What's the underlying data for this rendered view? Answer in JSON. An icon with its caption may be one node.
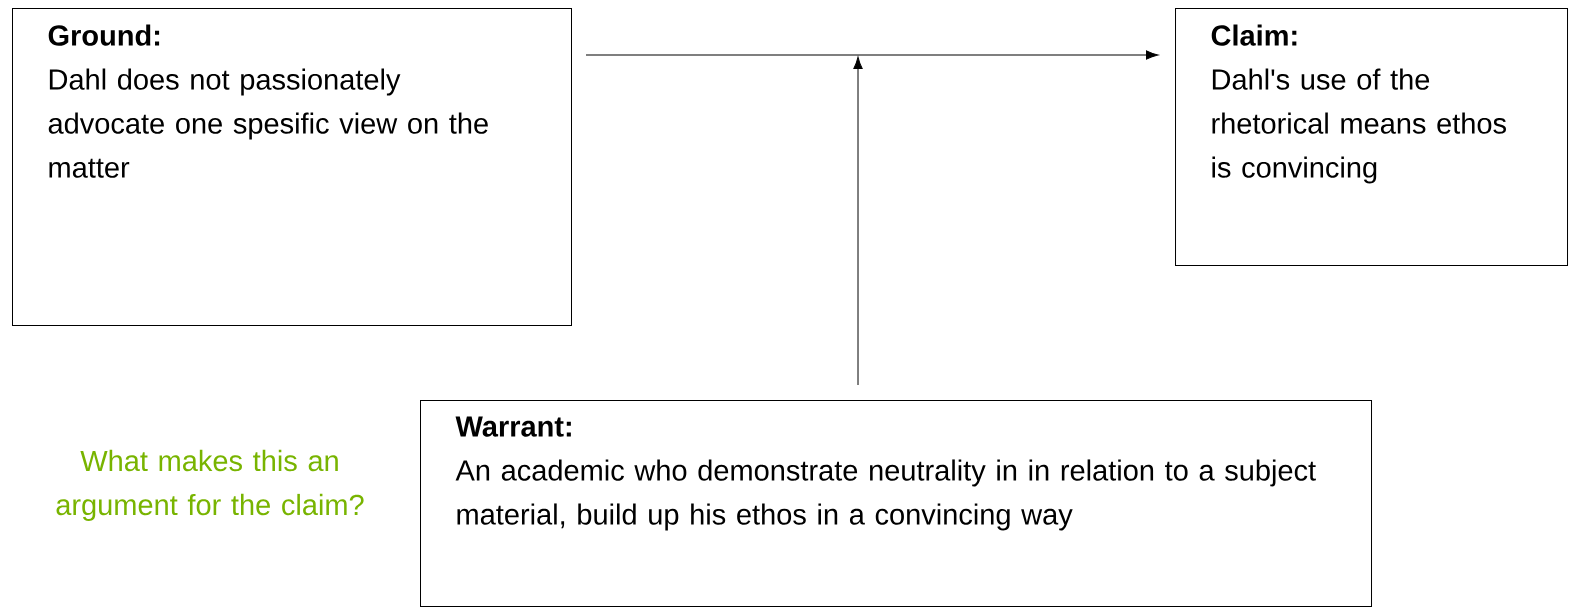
{
  "diagram": {
    "nodes": [
      {
        "text": [
          "Ground:",
          "Dahl does not passionately advocate one spesific view on the matter"
        ]
      },
      {
        "text": [
          "Claim:",
          "Dahl's use of the rhetorical means ethos is convincing"
        ]
      },
      {
        "text": [
          "Warrant:",
          "An academic who demonstrate neutrality in in relation to a subject material, build up his ethos in a convincing way"
        ]
      }
    ],
    "edges": [
      {
        "from": 0,
        "to": 1,
        "arrow": "to"
      },
      {
        "from": 2,
        "to": null,
        "arrow": "to"
      }
    ],
    "labels": [
      "What makes this an argument for the claim?"
    ]
  }
}
